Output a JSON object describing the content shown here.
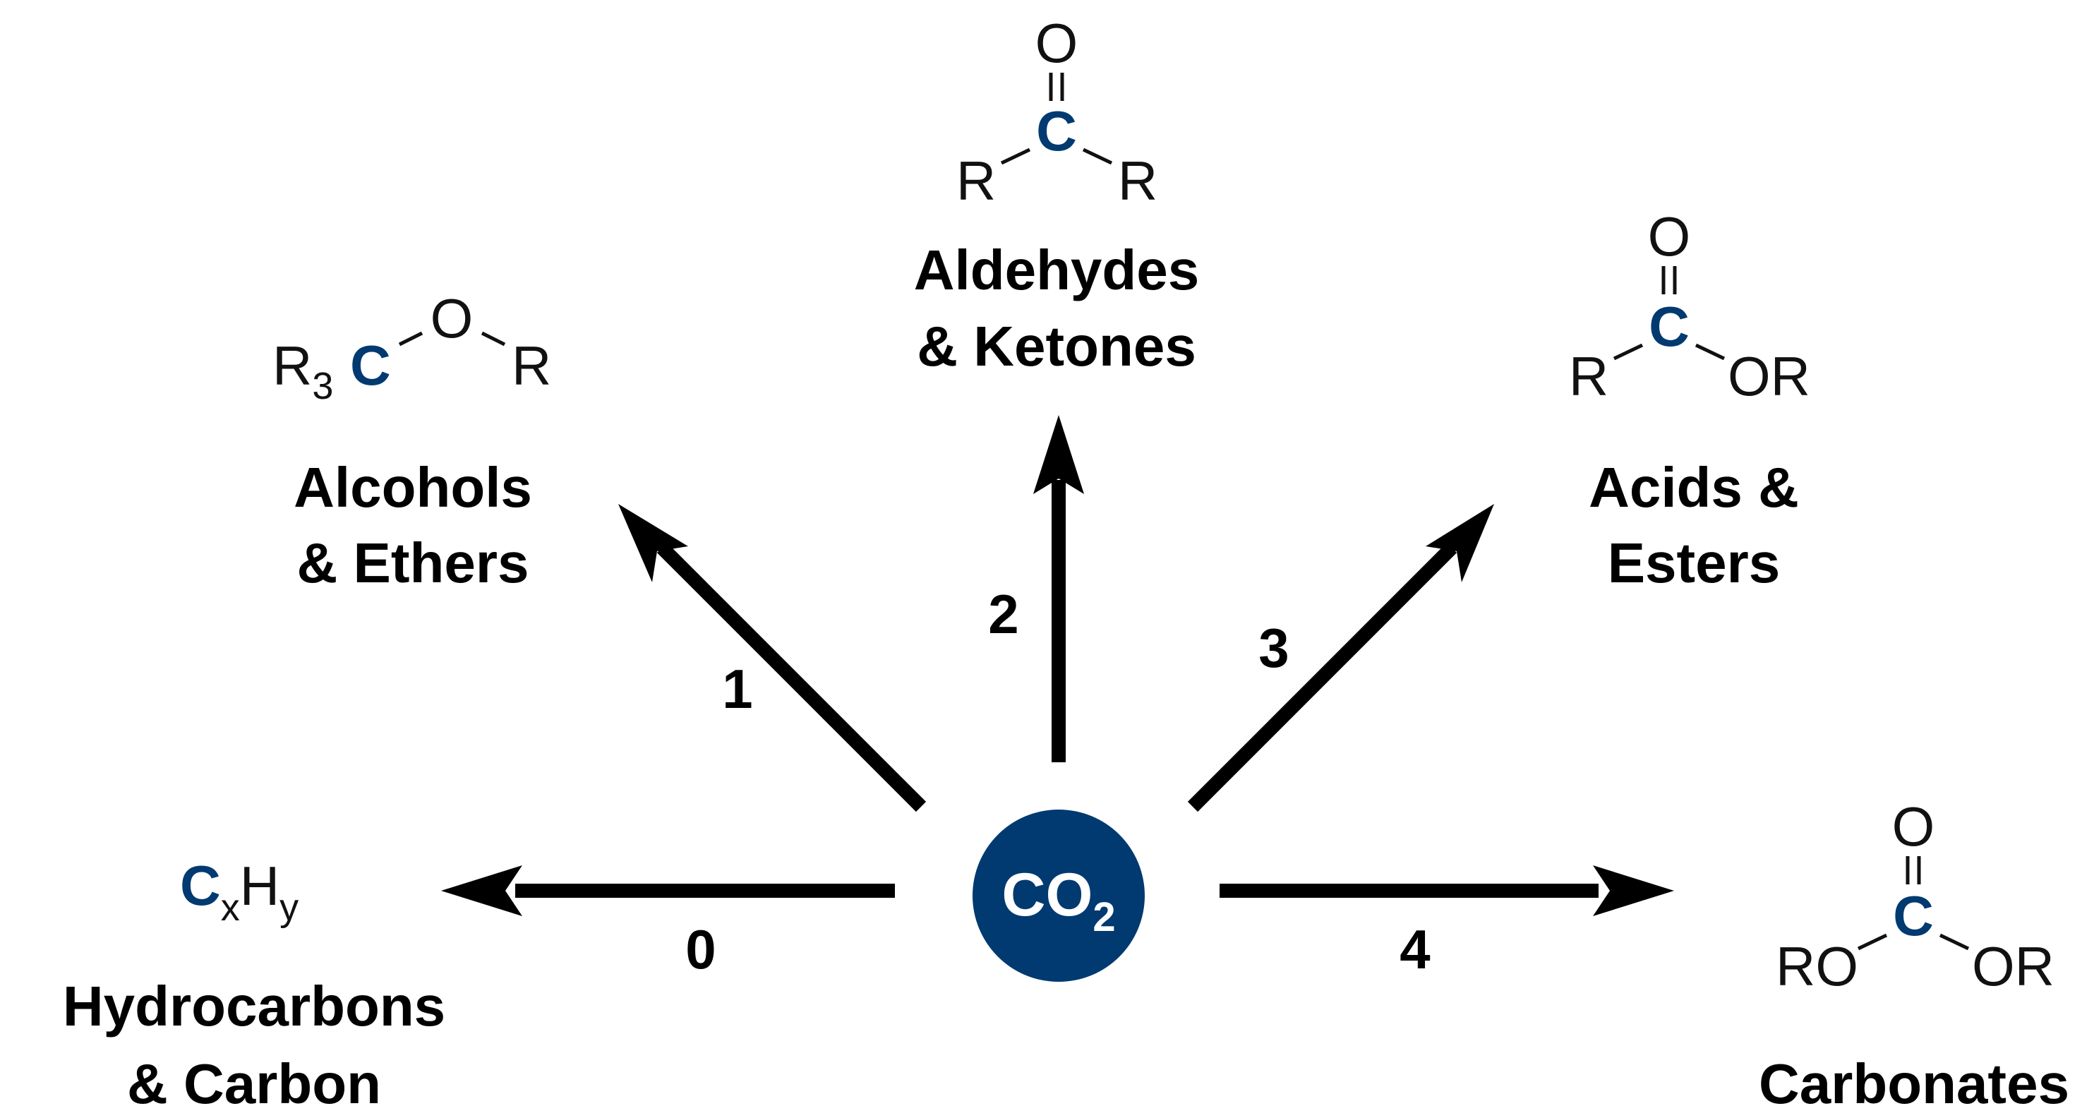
{
  "center": {
    "formula": "CO",
    "subscript": "2",
    "fill_color": "#003a70"
  },
  "colors": {
    "carbon_highlight": "#003a70",
    "arrows": "#000000"
  },
  "branches": [
    {
      "number": "0",
      "label_line1": "Hydrocarbons",
      "label_line2": "& Carbon",
      "formula": {
        "c": "C",
        "x": "x",
        "h": "H",
        "y": "y"
      }
    },
    {
      "number": "1",
      "label_line1": "Alcohols",
      "label_line2": "& Ethers",
      "formula": {
        "r3": "R",
        "r3sub": "3",
        "c": "C",
        "o": "O",
        "r": "R"
      }
    },
    {
      "number": "2",
      "label_line1": "Aldehydes",
      "label_line2": "& Ketones",
      "formula": {
        "o": "O",
        "c": "C",
        "r_left": "R",
        "r_right": "R"
      }
    },
    {
      "number": "3",
      "label_line1": "Acids &",
      "label_line2": "Esters",
      "formula": {
        "o": "O",
        "c": "C",
        "r_left": "R",
        "or_right": "OR"
      }
    },
    {
      "number": "4",
      "label_line1": "Carbonates",
      "formula": {
        "o": "O",
        "c": "C",
        "ro_left": "RO",
        "or_right": "OR"
      }
    }
  ]
}
